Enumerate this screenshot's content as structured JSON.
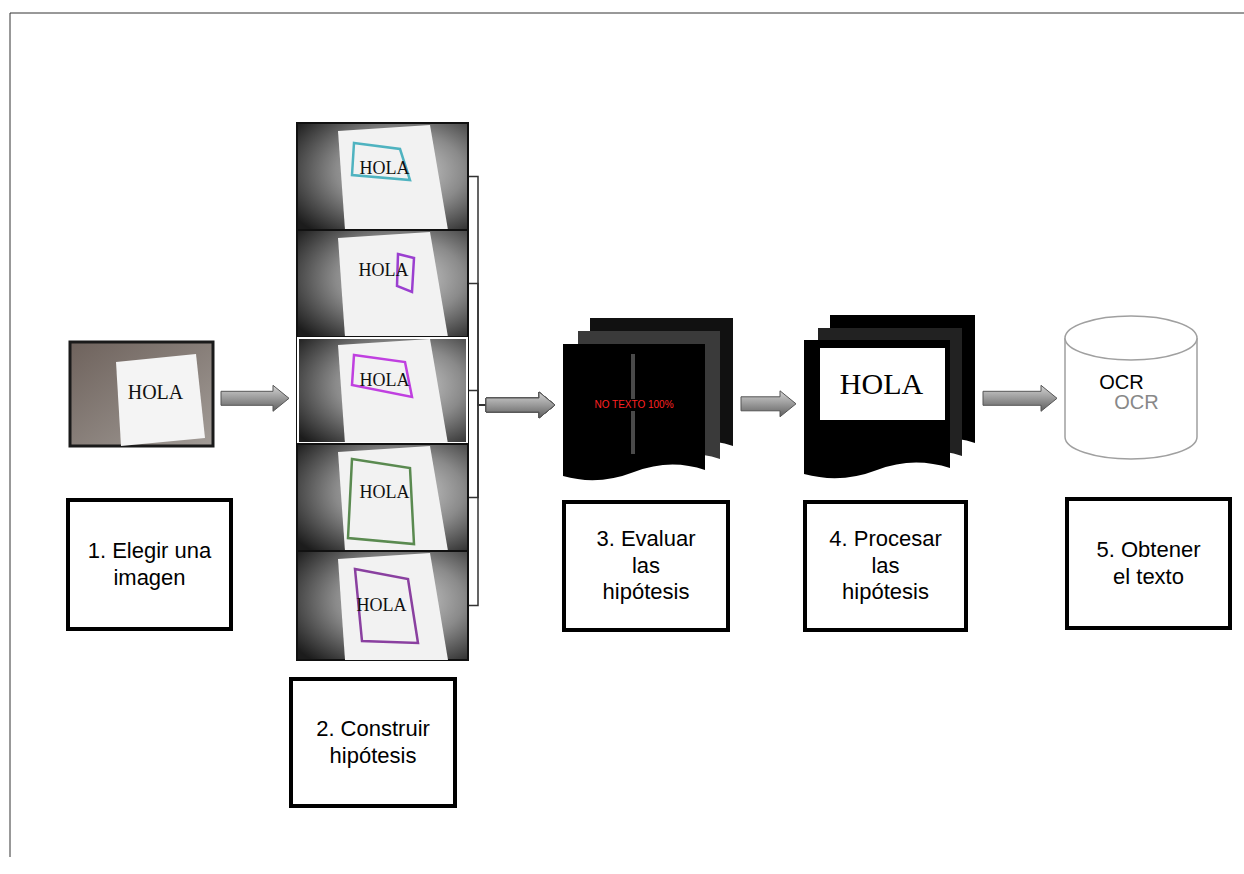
{
  "diagram": {
    "nodes": [
      {
        "text": [
          "HOLA"
        ]
      },
      {
        "text": [
          "1. Elegir una imagen"
        ]
      },
      {
        "text": [
          "HOLA"
        ]
      },
      {
        "text": [
          "HOLA"
        ]
      },
      {
        "text": [
          "HOLA"
        ]
      },
      {
        "text": [
          "HOLA"
        ]
      },
      {
        "text": [
          "HOLA"
        ]
      },
      {
        "text": [
          "2. Construir hipótesis"
        ]
      },
      {
        "text": [
          "NO TEXTO 100%"
        ]
      },
      {
        "text": [
          "3. Evaluar las hipótesis"
        ]
      },
      {
        "text": [
          "HOLA"
        ]
      },
      {
        "text": [
          "4. Procesar las hipótesis"
        ]
      },
      {
        "text": [
          "OCR",
          "OCR"
        ]
      },
      {
        "text": [
          "5. Obtener el texto"
        ]
      }
    ],
    "edges": [
      {
        "from": 0,
        "to": 4,
        "arrow": "to"
      },
      {
        "from": 2,
        "to": 8,
        "arrow": "to"
      },
      {
        "from": 3,
        "to": 8,
        "arrow": "to"
      },
      {
        "from": 4,
        "to": 8,
        "arrow": "to"
      },
      {
        "from": 5,
        "to": 8,
        "arrow": "to"
      },
      {
        "from": 6,
        "to": 8,
        "arrow": "to"
      },
      {
        "from": 8,
        "to": 10,
        "arrow": "to"
      },
      {
        "from": 10,
        "to": 12,
        "arrow": "to"
      }
    ]
  }
}
